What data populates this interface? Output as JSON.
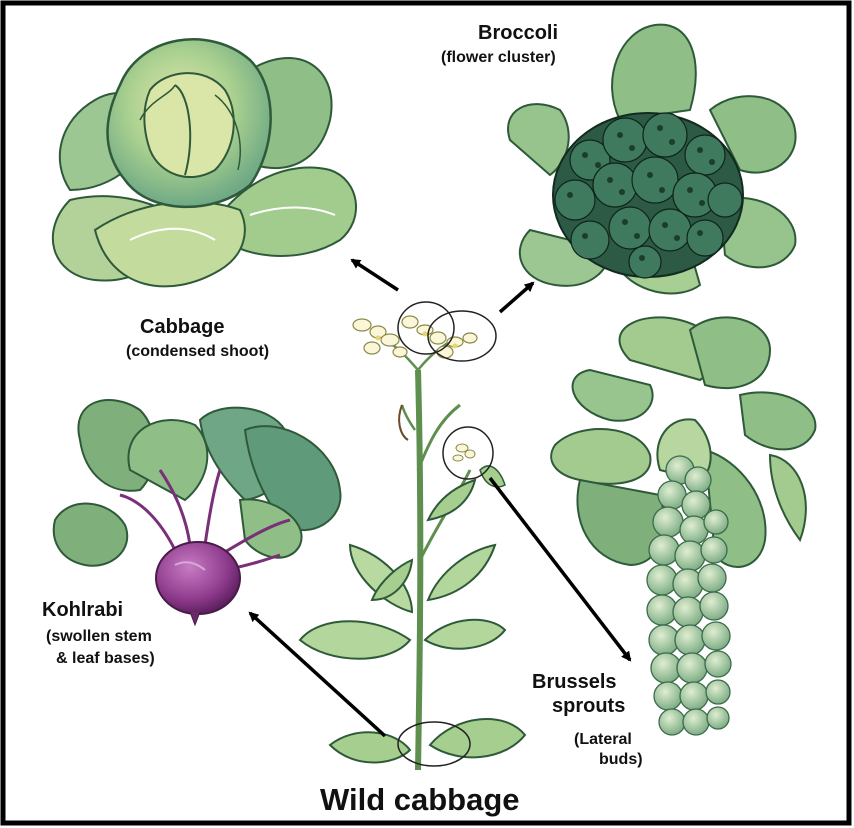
{
  "title": "Wild cabbage",
  "labels": {
    "cabbage": {
      "name": "Cabbage",
      "note": "(condensed shoot)"
    },
    "broccoli": {
      "name": "Broccoli",
      "note": "(flower cluster)"
    },
    "kohlrabi": {
      "name": "Kohlrabi",
      "note_line1": "(swollen stem",
      "note_line2": "& leaf bases)"
    },
    "brussels": {
      "name_line1": "Brussels",
      "name_line2": "sprouts",
      "note_line1": "(Lateral",
      "note_line2": "buds)"
    }
  },
  "colors": {
    "frame": "#000000",
    "leaf_green": "#8fbf86",
    "leaf_dark": "#4f8a64",
    "broccoli_dark": "#1f4a3a",
    "kohlrabi_purple": "#9b3f98",
    "flower_cream": "#fbf6d8",
    "arrow": "#000000"
  }
}
